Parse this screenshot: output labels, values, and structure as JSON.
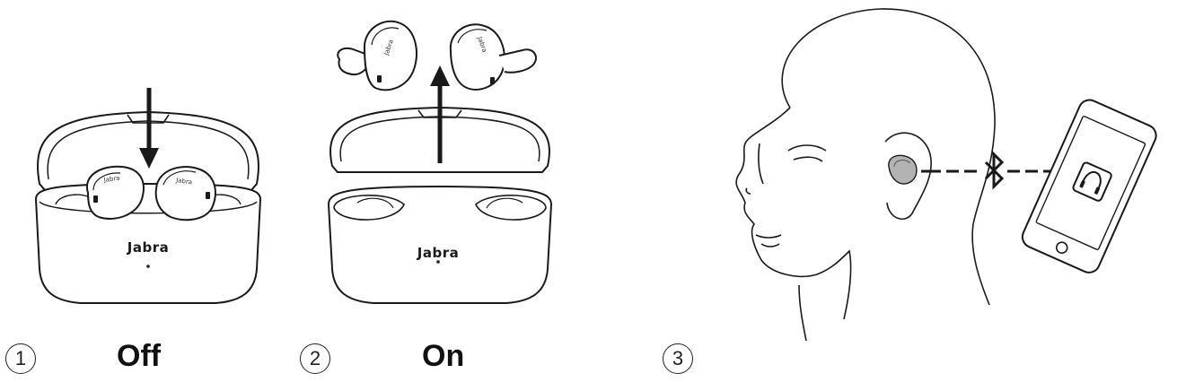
{
  "steps": [
    {
      "number": "1",
      "label": "Off",
      "case_brand": "Jabra",
      "earbud_brand": "Jabra"
    },
    {
      "number": "2",
      "label": "On",
      "case_brand": "Jabra",
      "earbud_brand": "Jabra"
    },
    {
      "number": "3",
      "label": ""
    }
  ],
  "icons": {
    "arrow_down": "arrow-down-icon",
    "arrow_up": "arrow-up-icon",
    "bluetooth": "bluetooth-icon",
    "headphones": "headphones-icon",
    "phone": "smartphone-icon"
  },
  "colors": {
    "line": "#1a1a1a",
    "earbud_fill": "#b3b3b3",
    "background": "#ffffff"
  }
}
